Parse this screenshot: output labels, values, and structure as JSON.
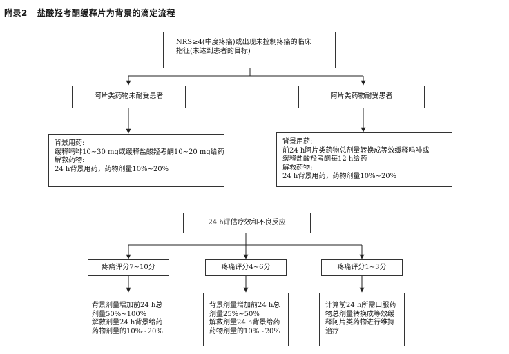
{
  "title": {
    "label": "附录2",
    "text": "盐酸羟考酮缓释片为背景的滴定流程"
  },
  "nodes": {
    "start": {
      "lines": [
        "NRS≥4(中度疼痛)或出现未控制疼痛的临床",
        "指征(未达到患者的目标)"
      ]
    },
    "non_tolerant": {
      "label": "阿片类药物未耐受患者"
    },
    "tolerant": {
      "label": "阿片类药物耐受患者"
    },
    "non_tolerant_plan": {
      "lines": [
        "背景用药:",
        "缓释吗啡10~30 mg或缓释盐酸羟考酮10~20 mg给药",
        "解救药物:",
        "24 h背景用药，药物剂量10%~20%"
      ]
    },
    "tolerant_plan": {
      "lines": [
        "背景用药:",
        "前24 h阿片类药物总剂量转换成等效缓释吗啡或",
        "缓释盐酸羟考酮每12 h给药",
        "解救药物:",
        "24 h背景用药，药物剂量10%~20%"
      ]
    },
    "evaluate": {
      "label": "24 h评估疗效和不良反应"
    },
    "pain_7_10": {
      "label": "疼痛评分7~10分"
    },
    "pain_4_6": {
      "label": "疼痛评分4~6分"
    },
    "pain_1_3": {
      "label": "疼痛评分1~3分"
    },
    "action_7_10": {
      "lines": [
        "背景剂量增加前24 h总",
        "剂量50%~100%",
        "解救剂量24 h背景给药",
        "药物剂量的10%~20%"
      ]
    },
    "action_4_6": {
      "lines": [
        "背景剂量增加前24 h总",
        "剂量25%~50%",
        "解救剂量24 h背景给药",
        "药物剂量的10%~20%"
      ]
    },
    "action_1_3": {
      "lines": [
        "计算前24 h所需口服药",
        "物总剂量转换成等效缓",
        "释阿片类药物进行维持",
        "治疗"
      ]
    }
  }
}
